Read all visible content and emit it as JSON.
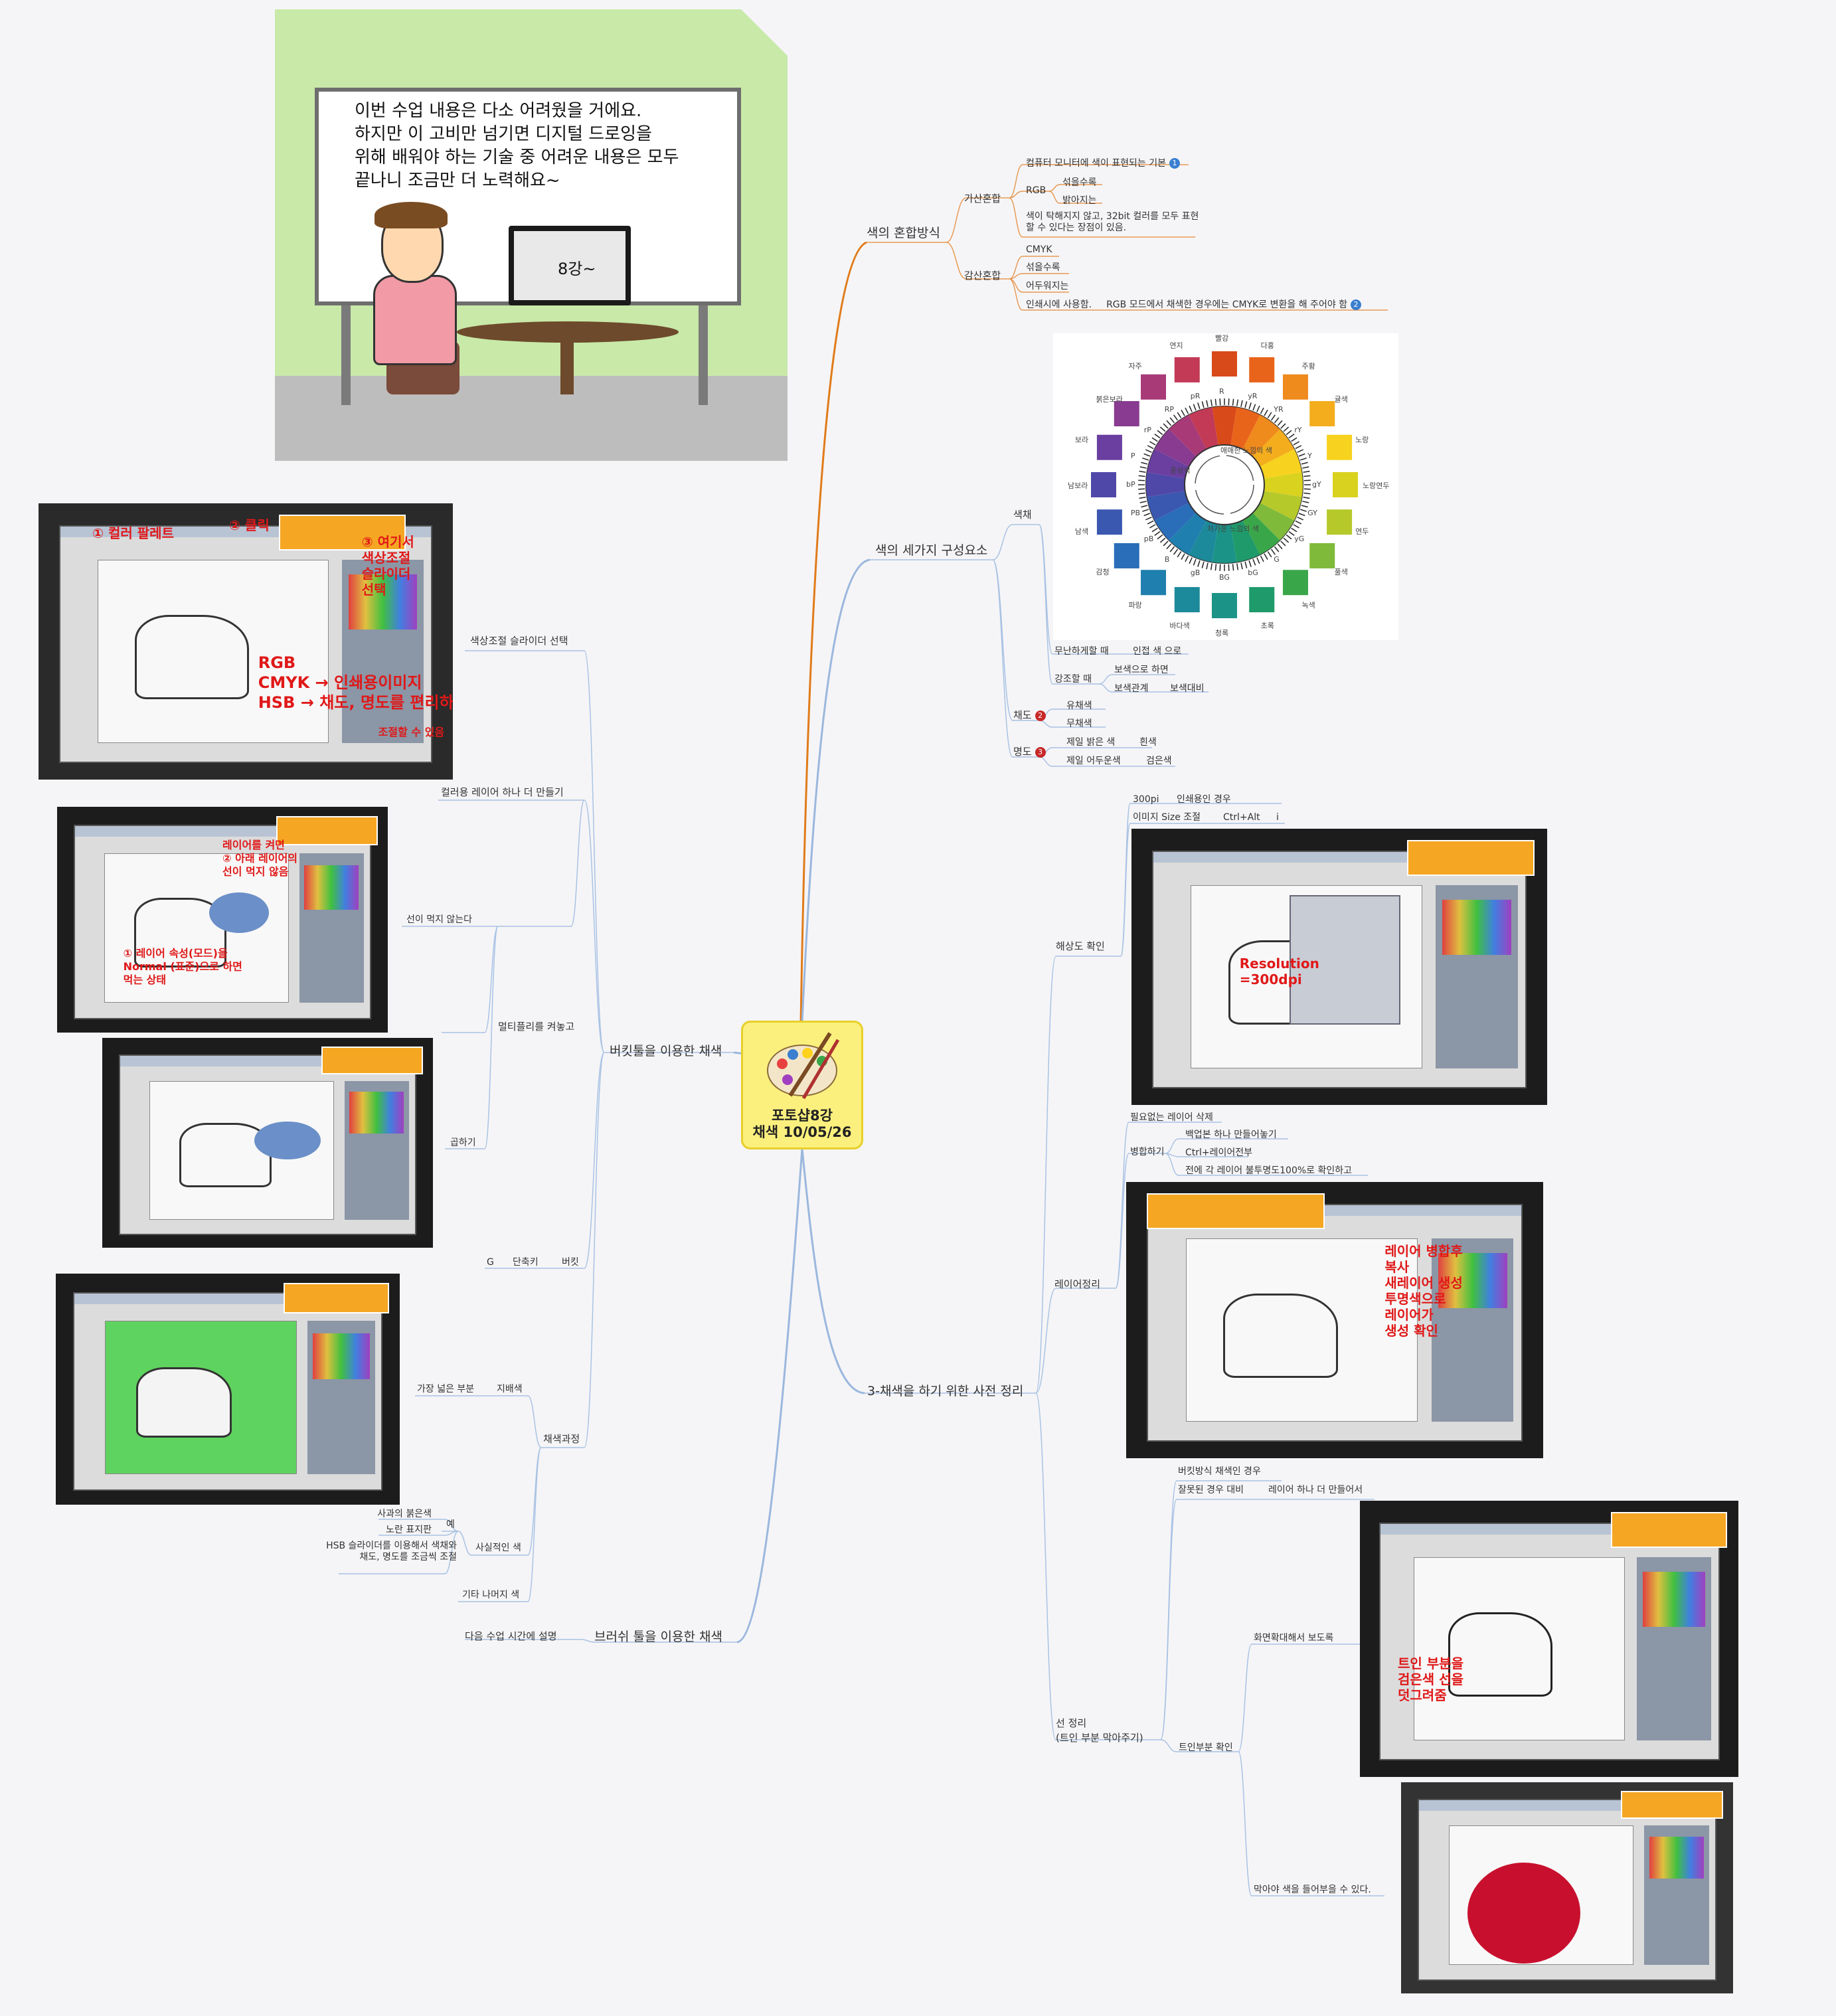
{
  "central": {
    "line1": "포토샵8강",
    "line2": "채색  10/05/26"
  },
  "comic": {
    "speech": [
      "이번 수업 내용은 다소 어려웠을 거에요.",
      "하지만 이 고비만 넘기면 디지털 드로잉을",
      "위해 배워야 하는 기술 중 어려운 내용은 모두",
      "끝나니 조금만 더 노력해요~"
    ],
    "monitor_label": "8강~"
  },
  "right": {
    "mix": {
      "title": "색의 혼합방식",
      "additive": {
        "label": "가산혼합",
        "basic": "컴퓨터 모니터에 색이 표현되는 기본",
        "rgb": "RGB",
        "more_mix": "섞을수록",
        "brighter": "밝아지는",
        "desc": "색이 탁해지지 않고, 32bit 컬러를 모두 표현할 수 있다는 장점이 있음."
      },
      "subtractive": {
        "label": "감산혼합",
        "cmyk": "CMYK",
        "more_mix": "섞을수록",
        "darker": "어두워지는",
        "print": "인쇄시에 사용함.",
        "note": "RGB 모드에서 채색한 경우에는 CMYK로 변환을 해 주어야 함"
      }
    },
    "elements": {
      "title": "색의 세가지 구성요소",
      "hue": "색채",
      "plain_when": "무난하게할 때",
      "adjacent": "인접 색 으로",
      "emph_when": "강조할 때",
      "complement_do": "보색으로 하면",
      "complement_rel": "보색관계",
      "complement_contrast": "보색대비",
      "chroma": "채도",
      "chromatic": "유채색",
      "achromatic": "무채색",
      "value": "명도",
      "brightest": "제일 밝은 색",
      "white": "흰색",
      "darkest": "제일 어두운색",
      "black": "검은색"
    },
    "prep": {
      "title": "3-채색을 하기 위한 사전 정리",
      "resolution": "해상도 확인",
      "dpi": "300pi",
      "print_case": "인쇄용인 경우",
      "imgsize": "이미지 Size 조절",
      "shortcut": "Ctrl+Alt",
      "shortcut_key": "i",
      "layers": "레이어정리",
      "del_layers": "필요없는 레이어 삭제",
      "merge": "병합하기",
      "backup": "백업본 하나 만들어놓기",
      "merge_all": "Ctrl+레이어전부",
      "check_opacity": "전에 각 레이어 불투명도100%로 확인하고",
      "lines": "선 정리",
      "lines_sub": "(트인 부분 막아주기)",
      "bucket_case": "버킷방식 채색인 경우",
      "mistake": "잘못된 경우 대비",
      "one_more_layer": "레이어 하나 더 만들어서",
      "zoom": "화면확대해서 보도록",
      "gap_check": "트인부분 확인",
      "block": "막아야 색을 들어부을 수 있다."
    }
  },
  "left": {
    "bucket": {
      "title": "버킷툴을 이용한 채색",
      "slider": "색상조절 슬라이더 선택",
      "one_more_layer": "컬러용 레이어 하나 더 만들기",
      "multiply_on": "멀티플리를 켜놓고",
      "no_line": "선이 먹지 않는다",
      "multiply": "곱하기",
      "g": "G",
      "shortcut": "단축키",
      "bucket": "버킷",
      "process": "채색과정",
      "widest": "가장 넓은 부분",
      "dominant": "지배색",
      "realistic": "사실적인 색",
      "example": "예",
      "apple": "사과의 붉은색",
      "sign": "노란 표지판",
      "hsb": "HSB 슬라이더를 이용해서 색채와 채도, 명도를 조금씩 조절",
      "others": "기타 나머지 색"
    },
    "brush": {
      "title": "브러쉬 툴을 이용한 채색",
      "next": "다음 수업 시간에 설명"
    }
  },
  "annotations": {
    "shot1": [
      "① 컬러 팔레트",
      "② 클릭",
      "③ 여기서",
      "색상조절",
      "슬라이더",
      "선택",
      "RGB",
      "CMYK → 인쇄용이미지",
      "HSB → 채도, 명도를 편리하게",
      "조절할 수 있음"
    ],
    "shot2": [
      "레이어를 켜면",
      "② 아래 레이어의",
      "선이 먹지 않음",
      "① 레이어 속성(모드)을",
      "Normal (표준)으로 하면",
      "먹는 상태"
    ],
    "shot_res": [
      "Resolution",
      "=300dpi"
    ],
    "shot_layer": [
      "레이어 병합후",
      "복사",
      "새레이어 생성",
      "투명색으로",
      "레이어가",
      "생성 확인"
    ],
    "shot_gap": [
      "트인 부분을",
      "검은색 선을",
      "덧그려줌"
    ]
  },
  "wheel": {
    "outer_labels": [
      "빨강",
      "다홍",
      "주황",
      "귤색",
      "노랑",
      "노랑연두",
      "연두",
      "풀색",
      "녹색",
      "초록",
      "청록",
      "바다색",
      "파랑",
      "감청",
      "남색",
      "남보라",
      "보라",
      "붉은보라",
      "자주",
      "연지"
    ],
    "inner_labels": [
      "R",
      "yR",
      "YR",
      "rY",
      "Y",
      "gY",
      "GY",
      "yG",
      "G",
      "bG",
      "BG",
      "gB",
      "B",
      "pB",
      "PB",
      "bP",
      "P",
      "rP",
      "RP",
      "pR"
    ],
    "center_top": "애매한 느낌의 색",
    "center_bottom": "차가운 느낌의 색",
    "center_left": "중성색",
    "colors": [
      "#d94a1a",
      "#e8641b",
      "#ef8a1c",
      "#f3ad1d",
      "#f7d21e",
      "#d9d21f",
      "#b6c92a",
      "#7fba3a",
      "#3aa64a",
      "#1f9a6a",
      "#1b9487",
      "#1c8a9a",
      "#1f7fae",
      "#2a6db8",
      "#3a58b0",
      "#5048a8",
      "#6a3fa0",
      "#883b90",
      "#a83a78",
      "#c23a56"
    ]
  },
  "palette": {
    "brown": "#7a4a22",
    "orange_link": "#e07b1a",
    "blue_link": "#9bb7dd",
    "yellow_node": "#fbf07e"
  }
}
